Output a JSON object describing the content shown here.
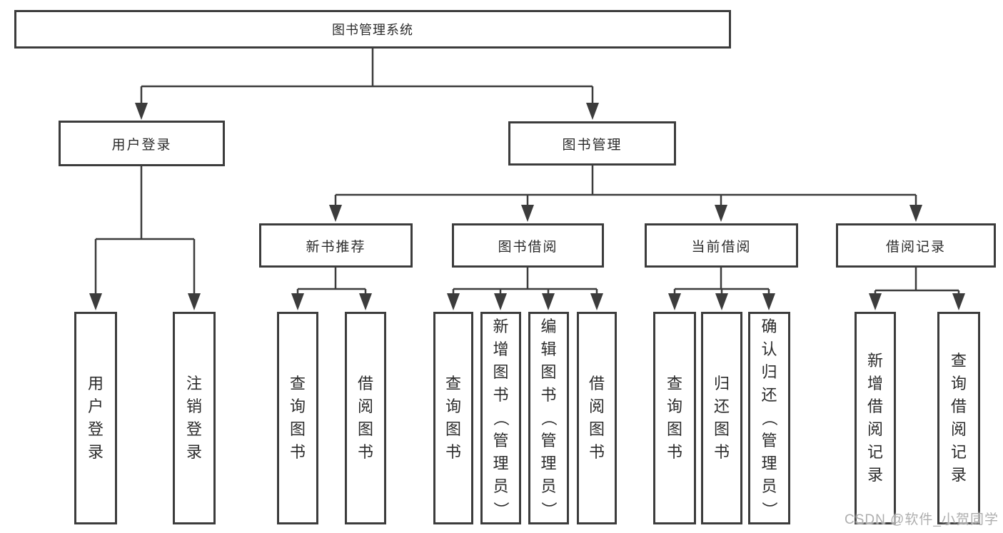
{
  "diagram": {
    "root": {
      "label": "图书管理系统"
    },
    "branches": [
      {
        "label": "用户登录",
        "children": [
          {
            "label": "用户登录"
          },
          {
            "label": "注销登录"
          }
        ]
      },
      {
        "label": "图书管理",
        "children": [
          {
            "label": "新书推荐",
            "children": [
              {
                "label": "查询图书"
              },
              {
                "label": "借阅图书"
              }
            ]
          },
          {
            "label": "图书借阅",
            "children": [
              {
                "label": "查询图书"
              },
              {
                "label": "新增图书（管理员）"
              },
              {
                "label": "编辑图书（管理员）"
              },
              {
                "label": "借阅图书"
              }
            ]
          },
          {
            "label": "当前借阅",
            "children": [
              {
                "label": "查询图书"
              },
              {
                "label": "归还图书"
              },
              {
                "label": "确认归还（管理员）"
              }
            ]
          },
          {
            "label": "借阅记录",
            "children": [
              {
                "label": "新增借阅记录"
              },
              {
                "label": "查询借阅记录"
              }
            ]
          }
        ]
      }
    ]
  },
  "watermark": {
    "text": "CSDN @软件_小贺同学"
  },
  "colors": {
    "line": "#3c3c3c",
    "border": "#3c3c3c",
    "text": "#2b2b2b",
    "watermark": "#aeaeae",
    "background": "#ffffff"
  }
}
